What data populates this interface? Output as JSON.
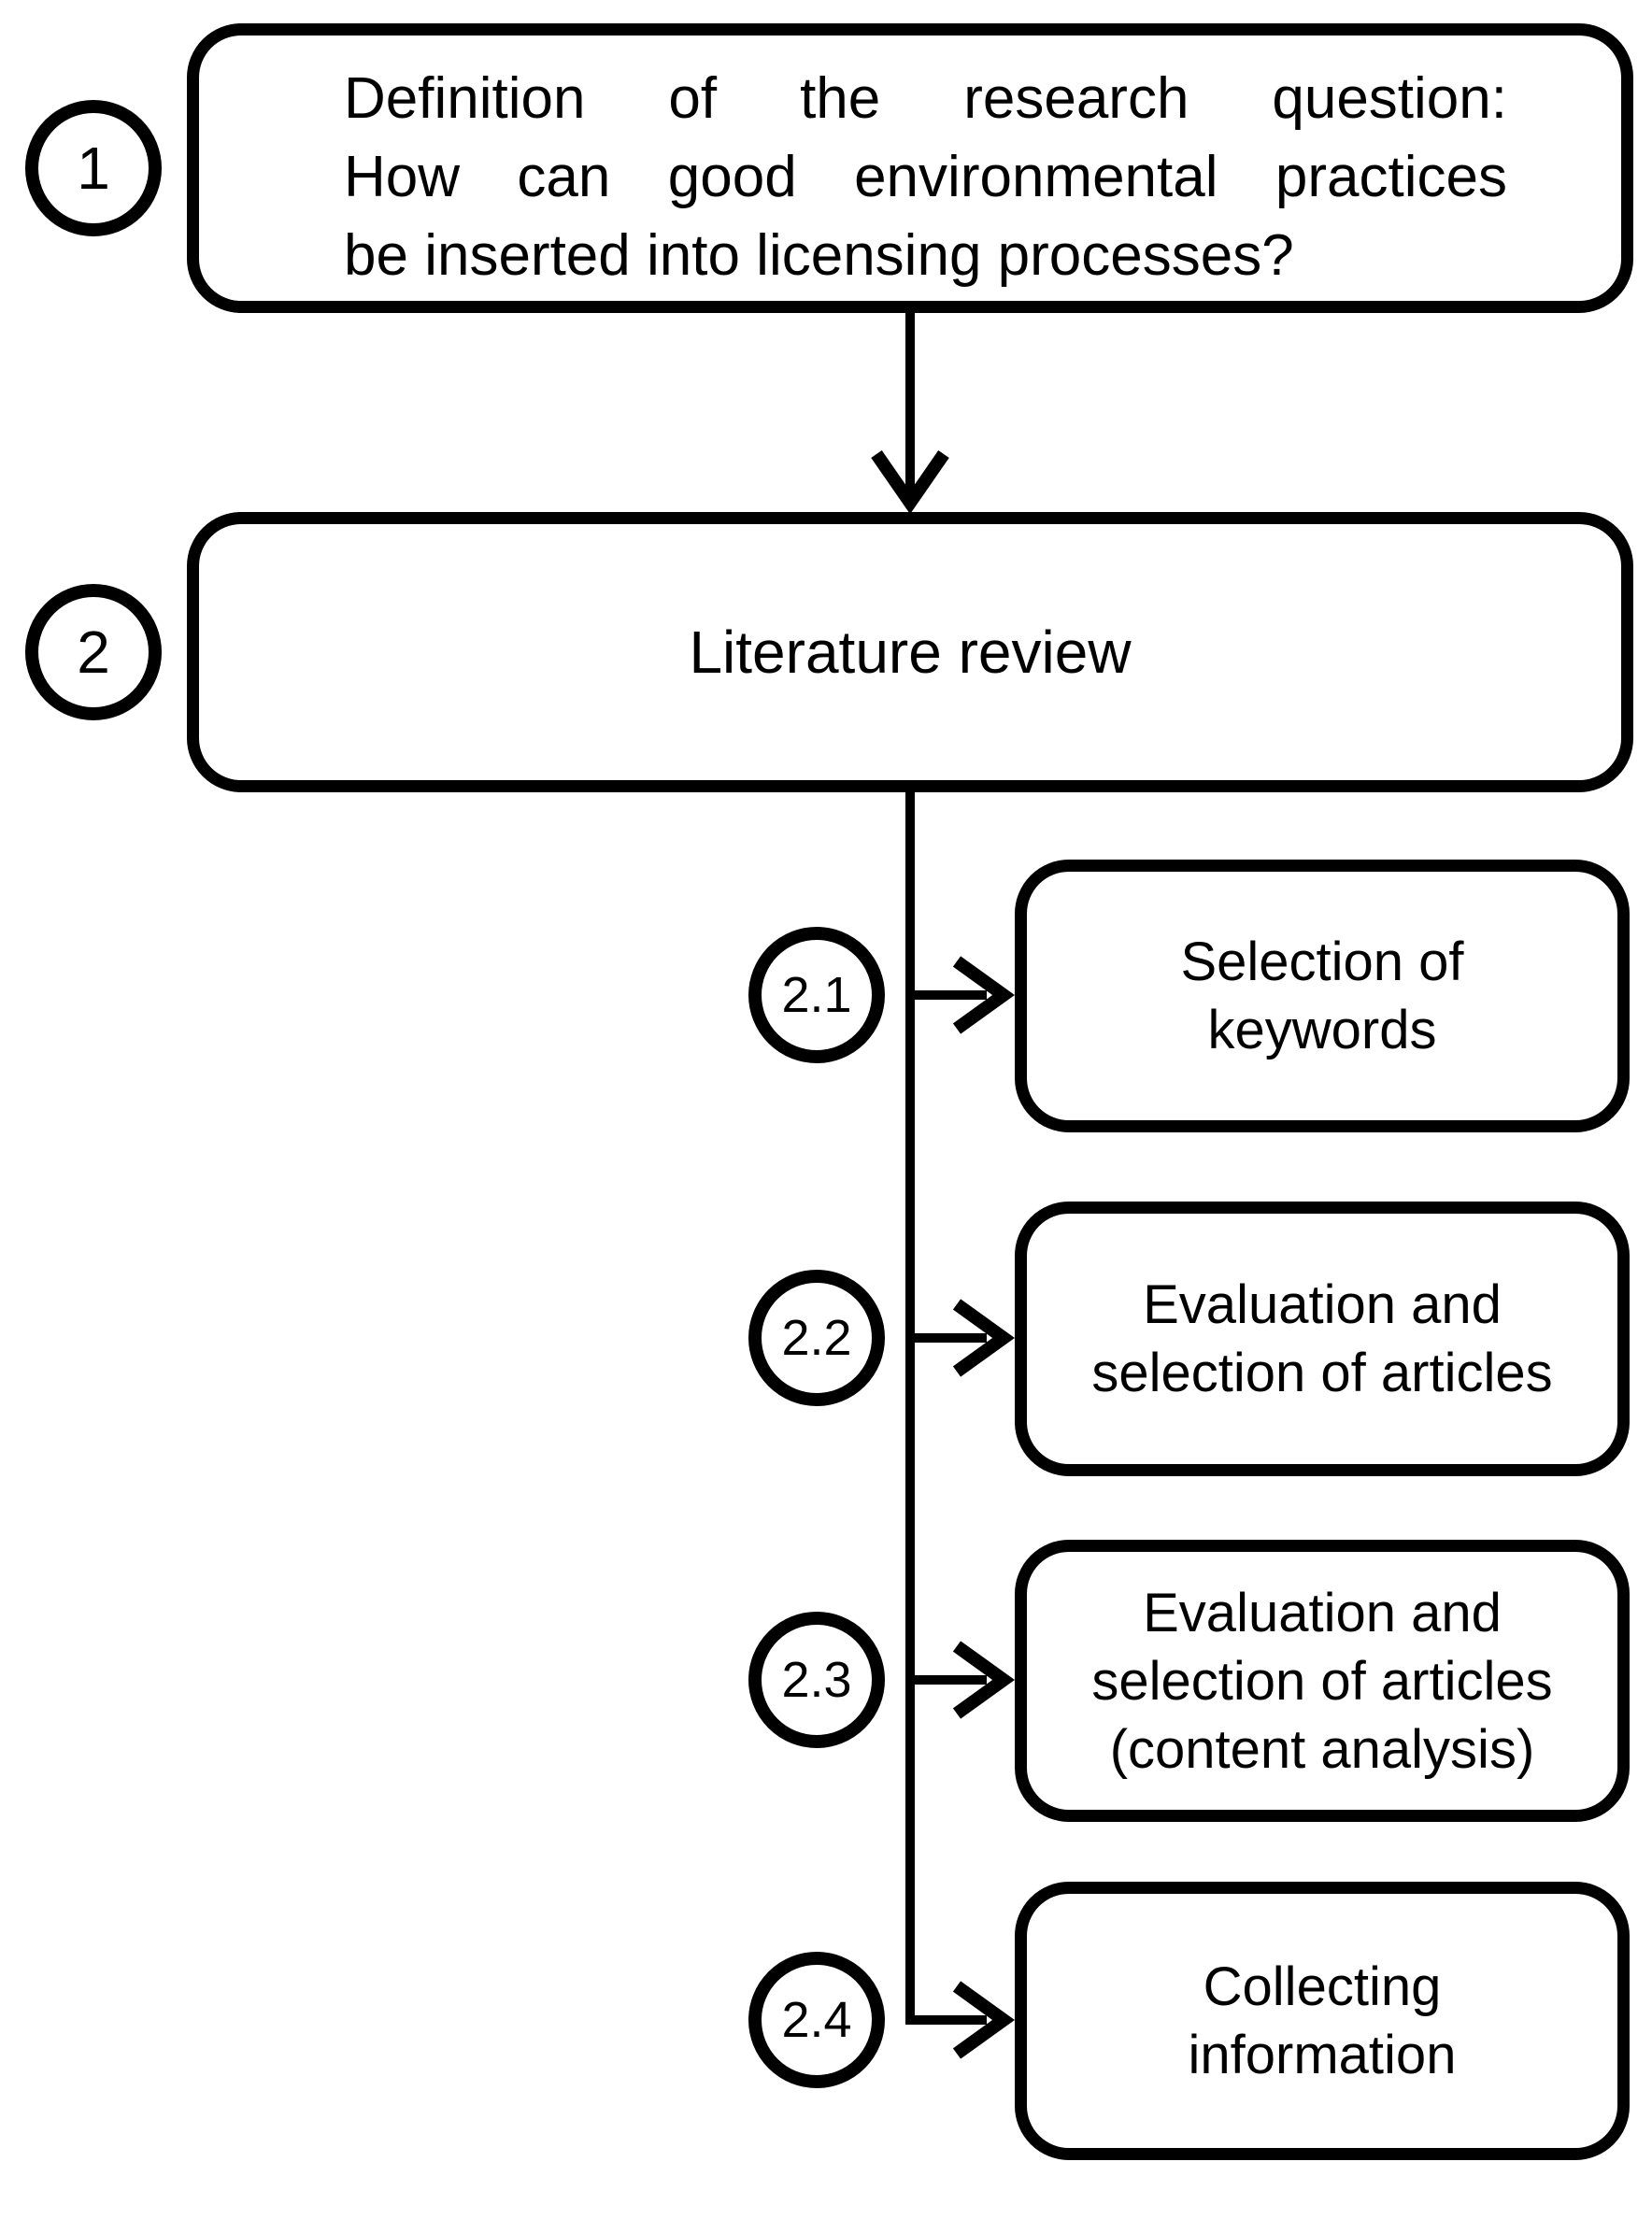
{
  "figure": {
    "background_color": "#ffffff",
    "line_color": "#000000",
    "type": "flowchart"
  },
  "nodes": {
    "step1": {
      "id": "1",
      "lines": [
        "Definition of the research question:",
        "How can good environmental practices",
        "be inserted into licensing processes?"
      ]
    },
    "step2": {
      "id": "2",
      "label": "Literature review"
    },
    "step21": {
      "id": "2.1",
      "lines": [
        "Selection of",
        "keywords"
      ]
    },
    "step22": {
      "id": "2.2",
      "lines": [
        "Evaluation and",
        "selection of articles"
      ]
    },
    "step23": {
      "id": "2.3",
      "lines": [
        "Evaluation and",
        "selection of articles",
        "(content analysis)"
      ]
    },
    "step24": {
      "id": "2.4",
      "lines": [
        "Collecting",
        "information"
      ]
    }
  },
  "edges": [
    {
      "from": "1",
      "to": "2"
    },
    {
      "from": "2",
      "to": "2.1"
    },
    {
      "from": "2",
      "to": "2.2"
    },
    {
      "from": "2",
      "to": "2.3"
    },
    {
      "from": "2",
      "to": "2.4"
    }
  ]
}
